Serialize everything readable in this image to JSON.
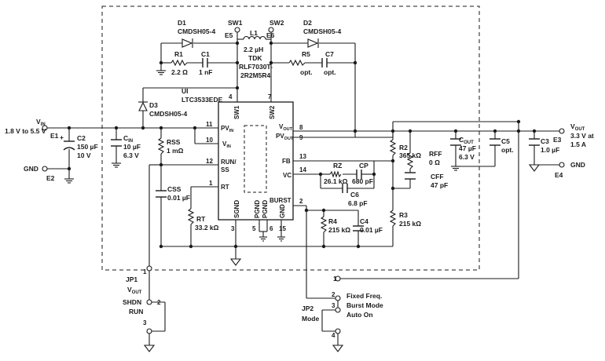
{
  "ic": {
    "ref": "UI",
    "part": "LTC3533EDE",
    "pins": {
      "sw1": "SW1",
      "sw2": "SW2",
      "pvin": "PV",
      "pvin_sub": "IN",
      "vin": "V",
      "vin_sub": "IN",
      "runss1": "RUN/",
      "runss2": "SS",
      "rt": "RT",
      "vout": "V",
      "vout_sub": "OUT",
      "pvout": "PV",
      "pvout_sub": "OUT",
      "fb": "FB",
      "vc": "VC",
      "burst": "BURST",
      "sgnd": "SGND",
      "pgnd1": "PGND",
      "pgnd2": "PGND",
      "gnd": "GND"
    },
    "pin_numbers": {
      "sw1": "4",
      "sw2": "7",
      "pvin": "11",
      "vin": "10",
      "runss": "12",
      "rt": "1",
      "vout": "8",
      "pvout": "9",
      "fb": "13",
      "vc": "14",
      "burst": "2",
      "sgnd": "3",
      "pgnd1": "5",
      "pgnd2": "6",
      "gnd": "15"
    }
  },
  "components": {
    "d1": {
      "ref": "D1",
      "value": "CMDSH05-4"
    },
    "d2": {
      "ref": "D2",
      "value": "CMDSH05-4"
    },
    "d3": {
      "ref": "D3",
      "value": "CMDSH05-4"
    },
    "l1": {
      "ref": "L1",
      "value": "2.2 µH",
      "mfr": "TDK",
      "part1": "RLF7030T-",
      "part2": "2R2M5R4"
    },
    "r1": {
      "ref": "R1",
      "value": "2.2 Ω"
    },
    "c1": {
      "ref": "C1",
      "value": "1 nF"
    },
    "r5": {
      "ref": "R5",
      "value": "opt."
    },
    "c7": {
      "ref": "C7",
      "value": "opt."
    },
    "c2": {
      "ref": "C2",
      "value1": "150 µF",
      "value2": "10 V"
    },
    "cin": {
      "ref": "C",
      "ref_sub": "IN",
      "value1": "10 µF",
      "value2": "6.3 V"
    },
    "rss": {
      "ref": "RSS",
      "value": "1 mΩ"
    },
    "css": {
      "ref": "CSS",
      "value": "0.01 µF"
    },
    "rt": {
      "ref": "RT",
      "value": "33.2 kΩ"
    },
    "rz": {
      "ref": "RZ",
      "value": "26.1 kΩ"
    },
    "cp": {
      "ref": "CP",
      "value": "680 pF"
    },
    "c6": {
      "ref": "C6",
      "value": "6.8 pF"
    },
    "r4": {
      "ref": "R4",
      "value": "215 kΩ"
    },
    "c4": {
      "ref": "C4",
      "value": "0.01 µF"
    },
    "r2": {
      "ref": "R2",
      "value": "365 kΩ"
    },
    "rff": {
      "ref": "RFF",
      "value": "0 Ω"
    },
    "cff": {
      "ref": "CFF",
      "value": "47 pF"
    },
    "r3": {
      "ref": "R3",
      "value": "215 kΩ"
    },
    "cout": {
      "ref": "C",
      "ref_sub": "OUT",
      "value1": "47 µF",
      "value2": "6.3 V"
    },
    "c5": {
      "ref": "C5",
      "value": "opt."
    },
    "c3": {
      "ref": "C3",
      "value": "1.0 µF"
    }
  },
  "nodes": {
    "sw1": "SW1",
    "sw2": "SW2",
    "e5": "E5",
    "e6": "E6",
    "vin_label": "V",
    "vin_sub": "IN",
    "vin_range": "1.8 V to 5.5 V",
    "e1": "E1",
    "gnd_left": "GND",
    "e2": "E2",
    "vout_label": "V",
    "vout_sub": "OUT",
    "vout_value1": "3.3 V at",
    "vout_value2": "1.5 A",
    "e3": "E3",
    "gnd_right": "GND",
    "e4": "E4"
  },
  "jumpers": {
    "jp1": {
      "ref": "JP1",
      "vout": "V",
      "vout_sub": "OUT",
      "shdn": "SHDN",
      "run": "RUN",
      "pin1": "1",
      "pin2": "2",
      "pin3": "3"
    },
    "jp2": {
      "ref": "JP2",
      "label": "Mode",
      "opt1": "Fixed Freq.",
      "opt2": "Burst Mode",
      "opt3": "Auto On",
      "pin1": "1",
      "pin2": "2",
      "pin3": "3",
      "pin4": "4"
    }
  }
}
